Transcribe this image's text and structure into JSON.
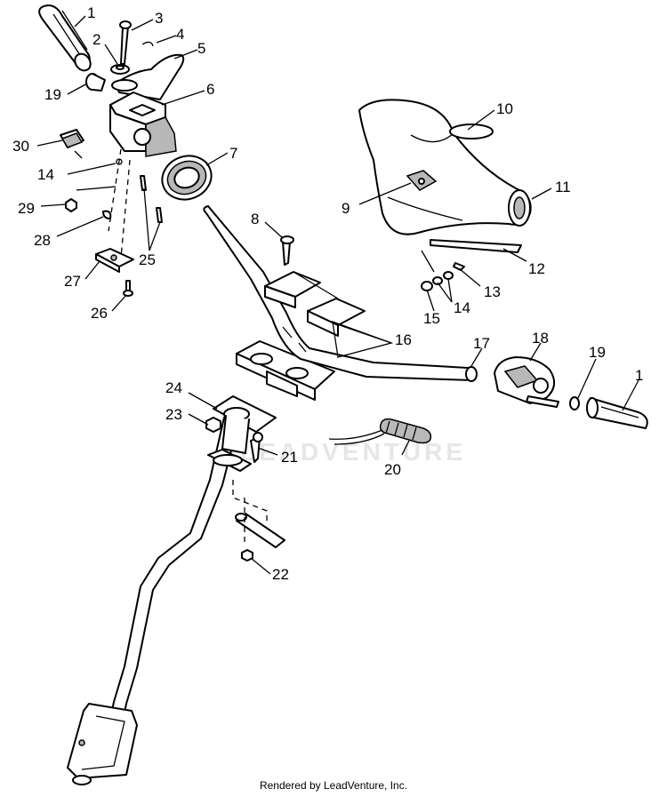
{
  "diagram": {
    "type": "exploded-parts-diagram",
    "callouts": [
      {
        "id": "c1a",
        "label": "1"
      },
      {
        "id": "c2",
        "label": "2"
      },
      {
        "id": "c3",
        "label": "3"
      },
      {
        "id": "c4",
        "label": "4"
      },
      {
        "id": "c5",
        "label": "5"
      },
      {
        "id": "c6",
        "label": "6"
      },
      {
        "id": "c7",
        "label": "7"
      },
      {
        "id": "c8",
        "label": "8"
      },
      {
        "id": "c9",
        "label": "9"
      },
      {
        "id": "c10",
        "label": "10"
      },
      {
        "id": "c11",
        "label": "11"
      },
      {
        "id": "c12",
        "label": "12"
      },
      {
        "id": "c13",
        "label": "13"
      },
      {
        "id": "c14a",
        "label": "14"
      },
      {
        "id": "c14b",
        "label": "14"
      },
      {
        "id": "c15",
        "label": "15"
      },
      {
        "id": "c16",
        "label": "16"
      },
      {
        "id": "c17",
        "label": "17"
      },
      {
        "id": "c18",
        "label": "18"
      },
      {
        "id": "c19a",
        "label": "19"
      },
      {
        "id": "c19b",
        "label": "19"
      },
      {
        "id": "c1b",
        "label": "1"
      },
      {
        "id": "c20",
        "label": "20"
      },
      {
        "id": "c21",
        "label": "21"
      },
      {
        "id": "c22",
        "label": "22"
      },
      {
        "id": "c23",
        "label": "23"
      },
      {
        "id": "c24",
        "label": "24"
      },
      {
        "id": "c25",
        "label": "25"
      },
      {
        "id": "c26",
        "label": "26"
      },
      {
        "id": "c27",
        "label": "27"
      },
      {
        "id": "c28",
        "label": "28"
      },
      {
        "id": "c29",
        "label": "29"
      },
      {
        "id": "c30",
        "label": "30"
      }
    ]
  },
  "watermark": "LEADVENTURE",
  "footer": "Rendered by LeadVenture, Inc."
}
